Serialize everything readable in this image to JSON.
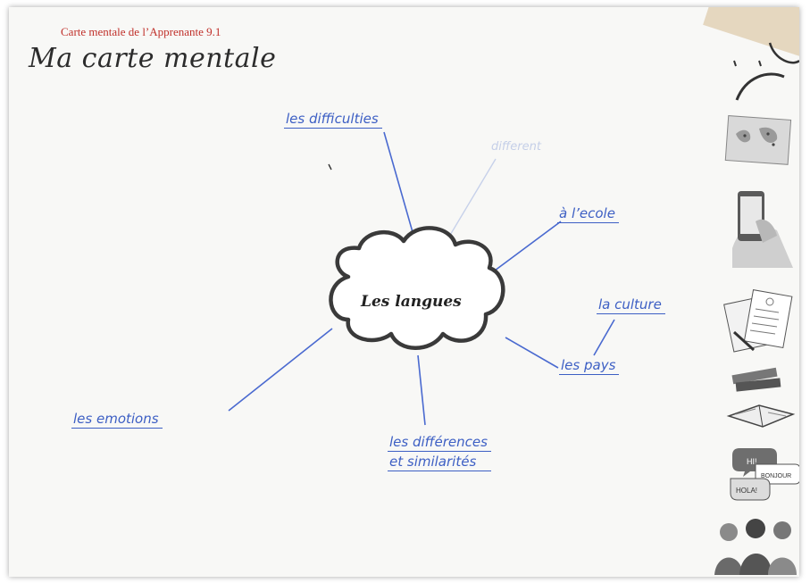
{
  "header": {
    "label": "Carte mentale de l’Apprenante 9.1",
    "title": "Ma carte mentale"
  },
  "center": {
    "label": "Les langues"
  },
  "branches": {
    "difficulties": "les difficulties",
    "different": "different",
    "school": "à l’ecole",
    "culture": "la culture",
    "country": "les pays",
    "emotions": "les emotions",
    "differences_line1": "les différences",
    "differences_line2": "et similarités"
  },
  "side_icons": {
    "bubble_hi": "HI!",
    "bubble_bonjour": "BONJOUR",
    "bubble_hola": "HOLA!"
  },
  "colors": {
    "header_red": "#c0302a",
    "pen_blue": "#3d5fc4",
    "ink_dark": "#2c2c2c"
  }
}
